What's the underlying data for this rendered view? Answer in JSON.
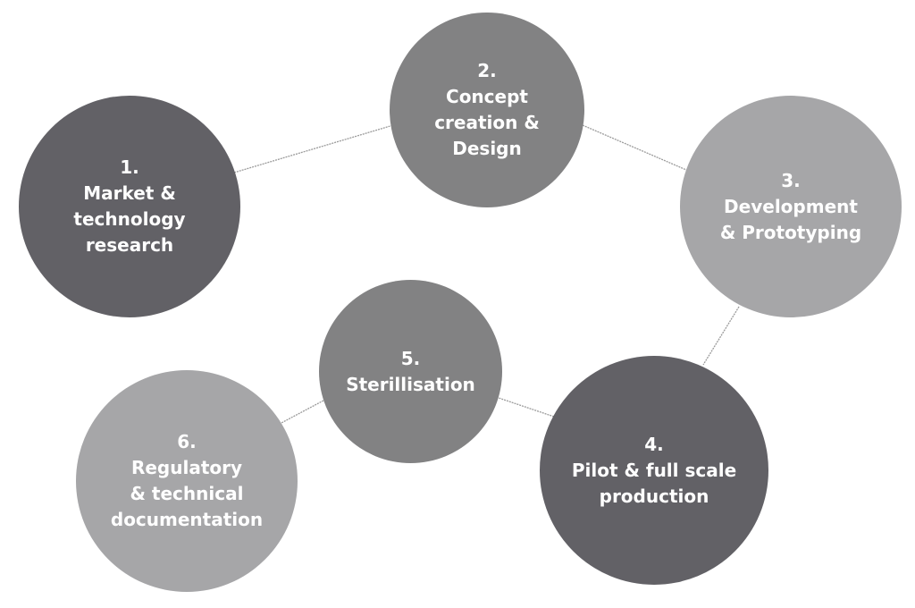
{
  "diagram": {
    "steps": [
      {
        "lines": [
          "1.",
          "Market &",
          "technology",
          "research"
        ]
      },
      {
        "lines": [
          "2.",
          "Concept",
          "creation &",
          "Design"
        ]
      },
      {
        "lines": [
          "3.",
          "Development",
          "& Prototyping"
        ]
      },
      {
        "lines": [
          "4.",
          "Pilot & full scale",
          "production"
        ]
      },
      {
        "lines": [
          "5.",
          "Sterillisation"
        ]
      },
      {
        "lines": [
          "6.",
          "Regulatory",
          "& technical",
          "documentation"
        ]
      }
    ],
    "colors": {
      "dark": "#626166",
      "medium": "#828283",
      "light": "#a6a6a8",
      "text": "#ffffff",
      "connector": "#9a9a9a"
    }
  }
}
